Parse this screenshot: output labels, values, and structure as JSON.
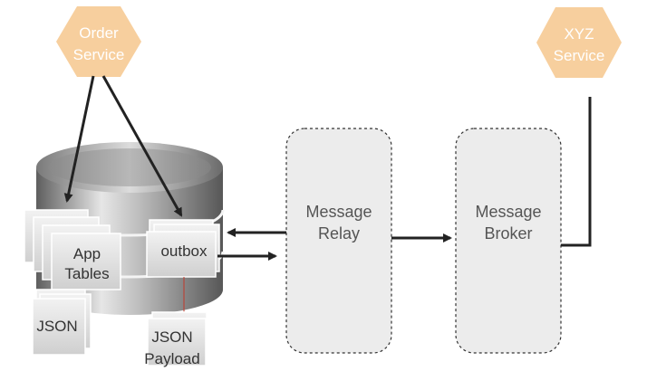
{
  "nodes": {
    "order_service": {
      "line1": "Order",
      "line2": "Service",
      "icon": "hexagon-icon"
    },
    "xyz_service": {
      "line1": "XYZ",
      "line2": "Service",
      "icon": "hexagon-icon"
    },
    "database": {
      "icon": "database-cylinder-icon"
    },
    "app_tables": {
      "line1": "App",
      "line2": "Tables",
      "icon": "document-stack-icon"
    },
    "outbox": {
      "label": "outbox",
      "icon": "document-stack-icon"
    },
    "json": {
      "label": "JSON",
      "icon": "document-stack-icon"
    },
    "json_payload": {
      "line1": "JSON",
      "line2": "Payload",
      "icon": "document-stack-icon"
    },
    "message_relay": {
      "line1": "Message",
      "line2": "Relay"
    },
    "message_broker": {
      "line1": "Message",
      "line2": "Broker"
    }
  },
  "colors": {
    "hexagon": "#f7cf9e",
    "process_box": "#ececec",
    "arrow": "#222222",
    "document": "#d8d8d8",
    "db_dark": "#6f6f6f",
    "db_light": "#e2e2e2",
    "payload_link": "#c0392b"
  }
}
